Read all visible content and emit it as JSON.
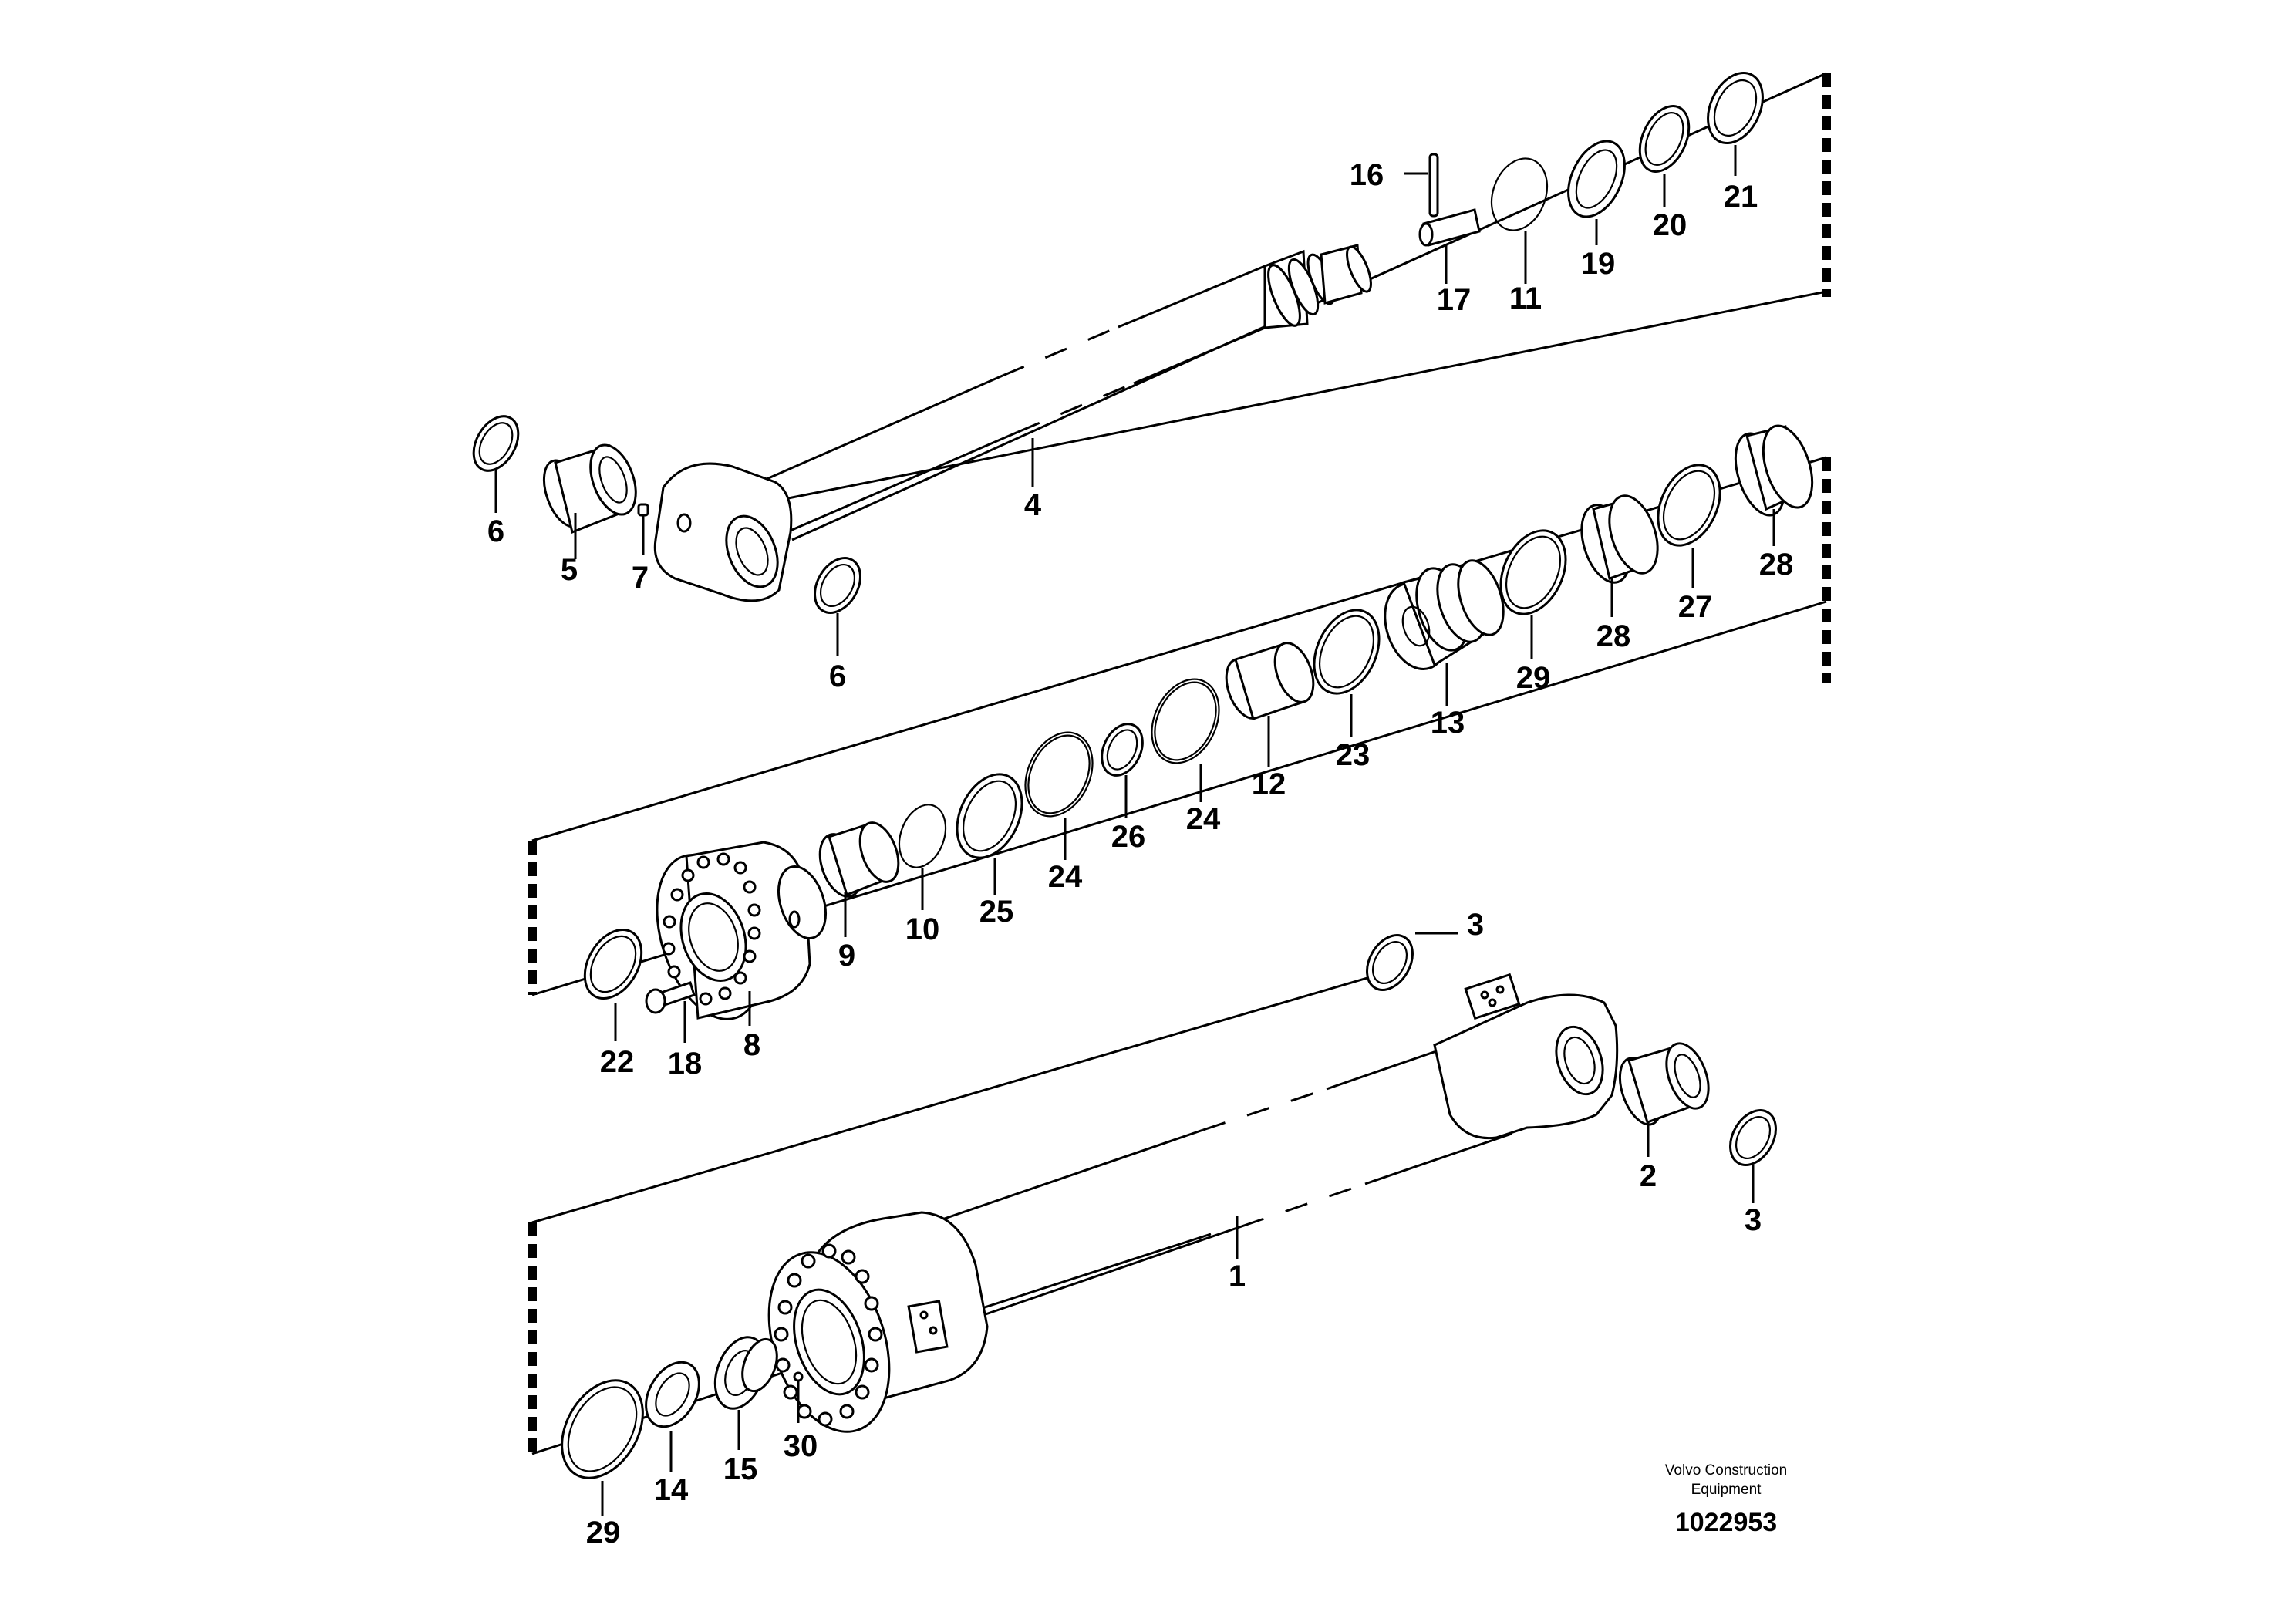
{
  "callouts": {
    "c1": "1",
    "c2": "2",
    "c3a": "3",
    "c3b": "3",
    "c4": "4",
    "c5": "5",
    "c6a": "6",
    "c6b": "6",
    "c7": "7",
    "c8": "8",
    "c9": "9",
    "c10": "10",
    "c11": "11",
    "c12": "12",
    "c13": "13",
    "c14": "14",
    "c15": "15",
    "c16": "16",
    "c17": "17",
    "c18": "18",
    "c19": "19",
    "c20": "20",
    "c21": "21",
    "c22": "22",
    "c23": "23",
    "c24a": "24",
    "c24b": "24",
    "c25": "25",
    "c26": "26",
    "c27": "27",
    "c28a": "28",
    "c28b": "28",
    "c29a": "29",
    "c29b": "29",
    "c30": "30"
  },
  "footer": {
    "maker_line1": "Volvo Construction",
    "maker_line2": "Equipment",
    "doc_number": "1022953"
  }
}
